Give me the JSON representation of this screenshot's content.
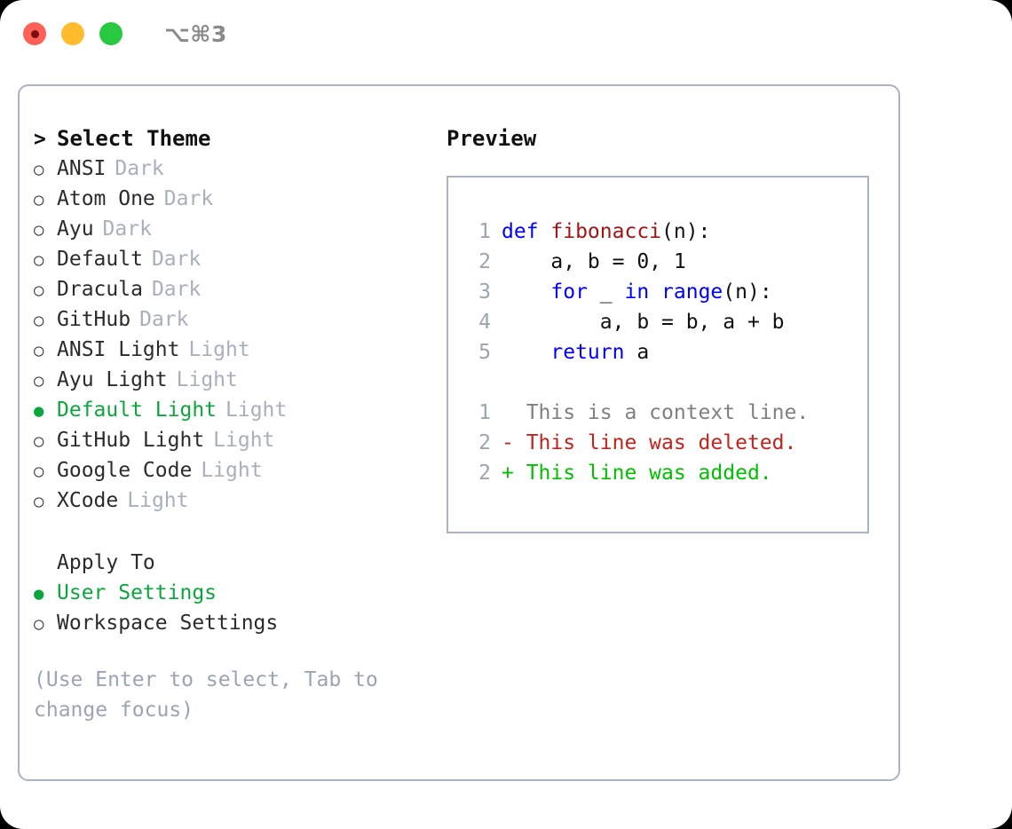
{
  "window": {
    "title_shortcut": "⌥⌘3",
    "traffic_lights": {
      "close": "close-button",
      "minimize": "minimize-button",
      "maximize": "maximize-button"
    },
    "colors": {
      "close": "#ff6159",
      "minimize": "#ffbd2e",
      "maximize": "#28c840",
      "panel_border": "#aab3c2",
      "selected_green": "#0ba63c",
      "muted": "#a8b0bd",
      "hint": "#9aa4b4"
    }
  },
  "theme_list": {
    "header": {
      "marker": ">",
      "label": "Select Theme"
    },
    "marker_off": "○",
    "marker_on": "●",
    "items": [
      {
        "label": "ANSI",
        "tag": "Dark",
        "selected": false
      },
      {
        "label": "Atom One",
        "tag": "Dark",
        "selected": false
      },
      {
        "label": "Ayu",
        "tag": "Dark",
        "selected": false
      },
      {
        "label": "Default",
        "tag": "Dark",
        "selected": false
      },
      {
        "label": "Dracula",
        "tag": "Dark",
        "selected": false
      },
      {
        "label": "GitHub",
        "tag": "Dark",
        "selected": false
      },
      {
        "label": "ANSI Light",
        "tag": "Light",
        "selected": false
      },
      {
        "label": "Ayu Light",
        "tag": "Light",
        "selected": false
      },
      {
        "label": "Default Light",
        "tag": "Light",
        "selected": true
      },
      {
        "label": "GitHub Light",
        "tag": "Light",
        "selected": false
      },
      {
        "label": "Google Code",
        "tag": "Light",
        "selected": false
      },
      {
        "label": "XCode",
        "tag": "Light",
        "selected": false
      }
    ]
  },
  "apply_to": {
    "header": "Apply To",
    "items": [
      {
        "label": "User Settings",
        "selected": true
      },
      {
        "label": "Workspace Settings",
        "selected": false
      }
    ]
  },
  "hint": {
    "line1": "(Use Enter to select, Tab to",
    "line2": "change focus)"
  },
  "preview": {
    "title": "Preview",
    "code_lines": [
      {
        "no": "1",
        "indent": "",
        "segments": [
          {
            "text": "def ",
            "kind": "kw"
          },
          {
            "text": "fibonacci",
            "kind": "fn"
          },
          {
            "text": "(n):",
            "kind": "plain"
          }
        ]
      },
      {
        "no": "2",
        "indent": "    ",
        "segments": [
          {
            "text": "a, b = 0, 1",
            "kind": "plain"
          }
        ]
      },
      {
        "no": "3",
        "indent": "    ",
        "segments": [
          {
            "text": "for ",
            "kind": "kw"
          },
          {
            "text": "_ ",
            "kind": "plain"
          },
          {
            "text": "in ",
            "kind": "kw"
          },
          {
            "text": "range",
            "kind": "kw"
          },
          {
            "text": "(n):",
            "kind": "plain"
          }
        ]
      },
      {
        "no": "4",
        "indent": "        ",
        "segments": [
          {
            "text": "a, b = b, a + b",
            "kind": "plain"
          }
        ]
      },
      {
        "no": "5",
        "indent": "    ",
        "segments": [
          {
            "text": "return ",
            "kind": "kw"
          },
          {
            "text": "a",
            "kind": "plain"
          }
        ]
      }
    ],
    "diff_lines": [
      {
        "no": "1",
        "segments": [
          {
            "text": "  This is a context line.",
            "kind": "ctx"
          }
        ]
      },
      {
        "no": "2",
        "segments": [
          {
            "text": "- This line was deleted.",
            "kind": "del"
          }
        ]
      },
      {
        "no": "2",
        "segments": [
          {
            "text": "+ This line was added.",
            "kind": "add"
          }
        ]
      }
    ]
  }
}
